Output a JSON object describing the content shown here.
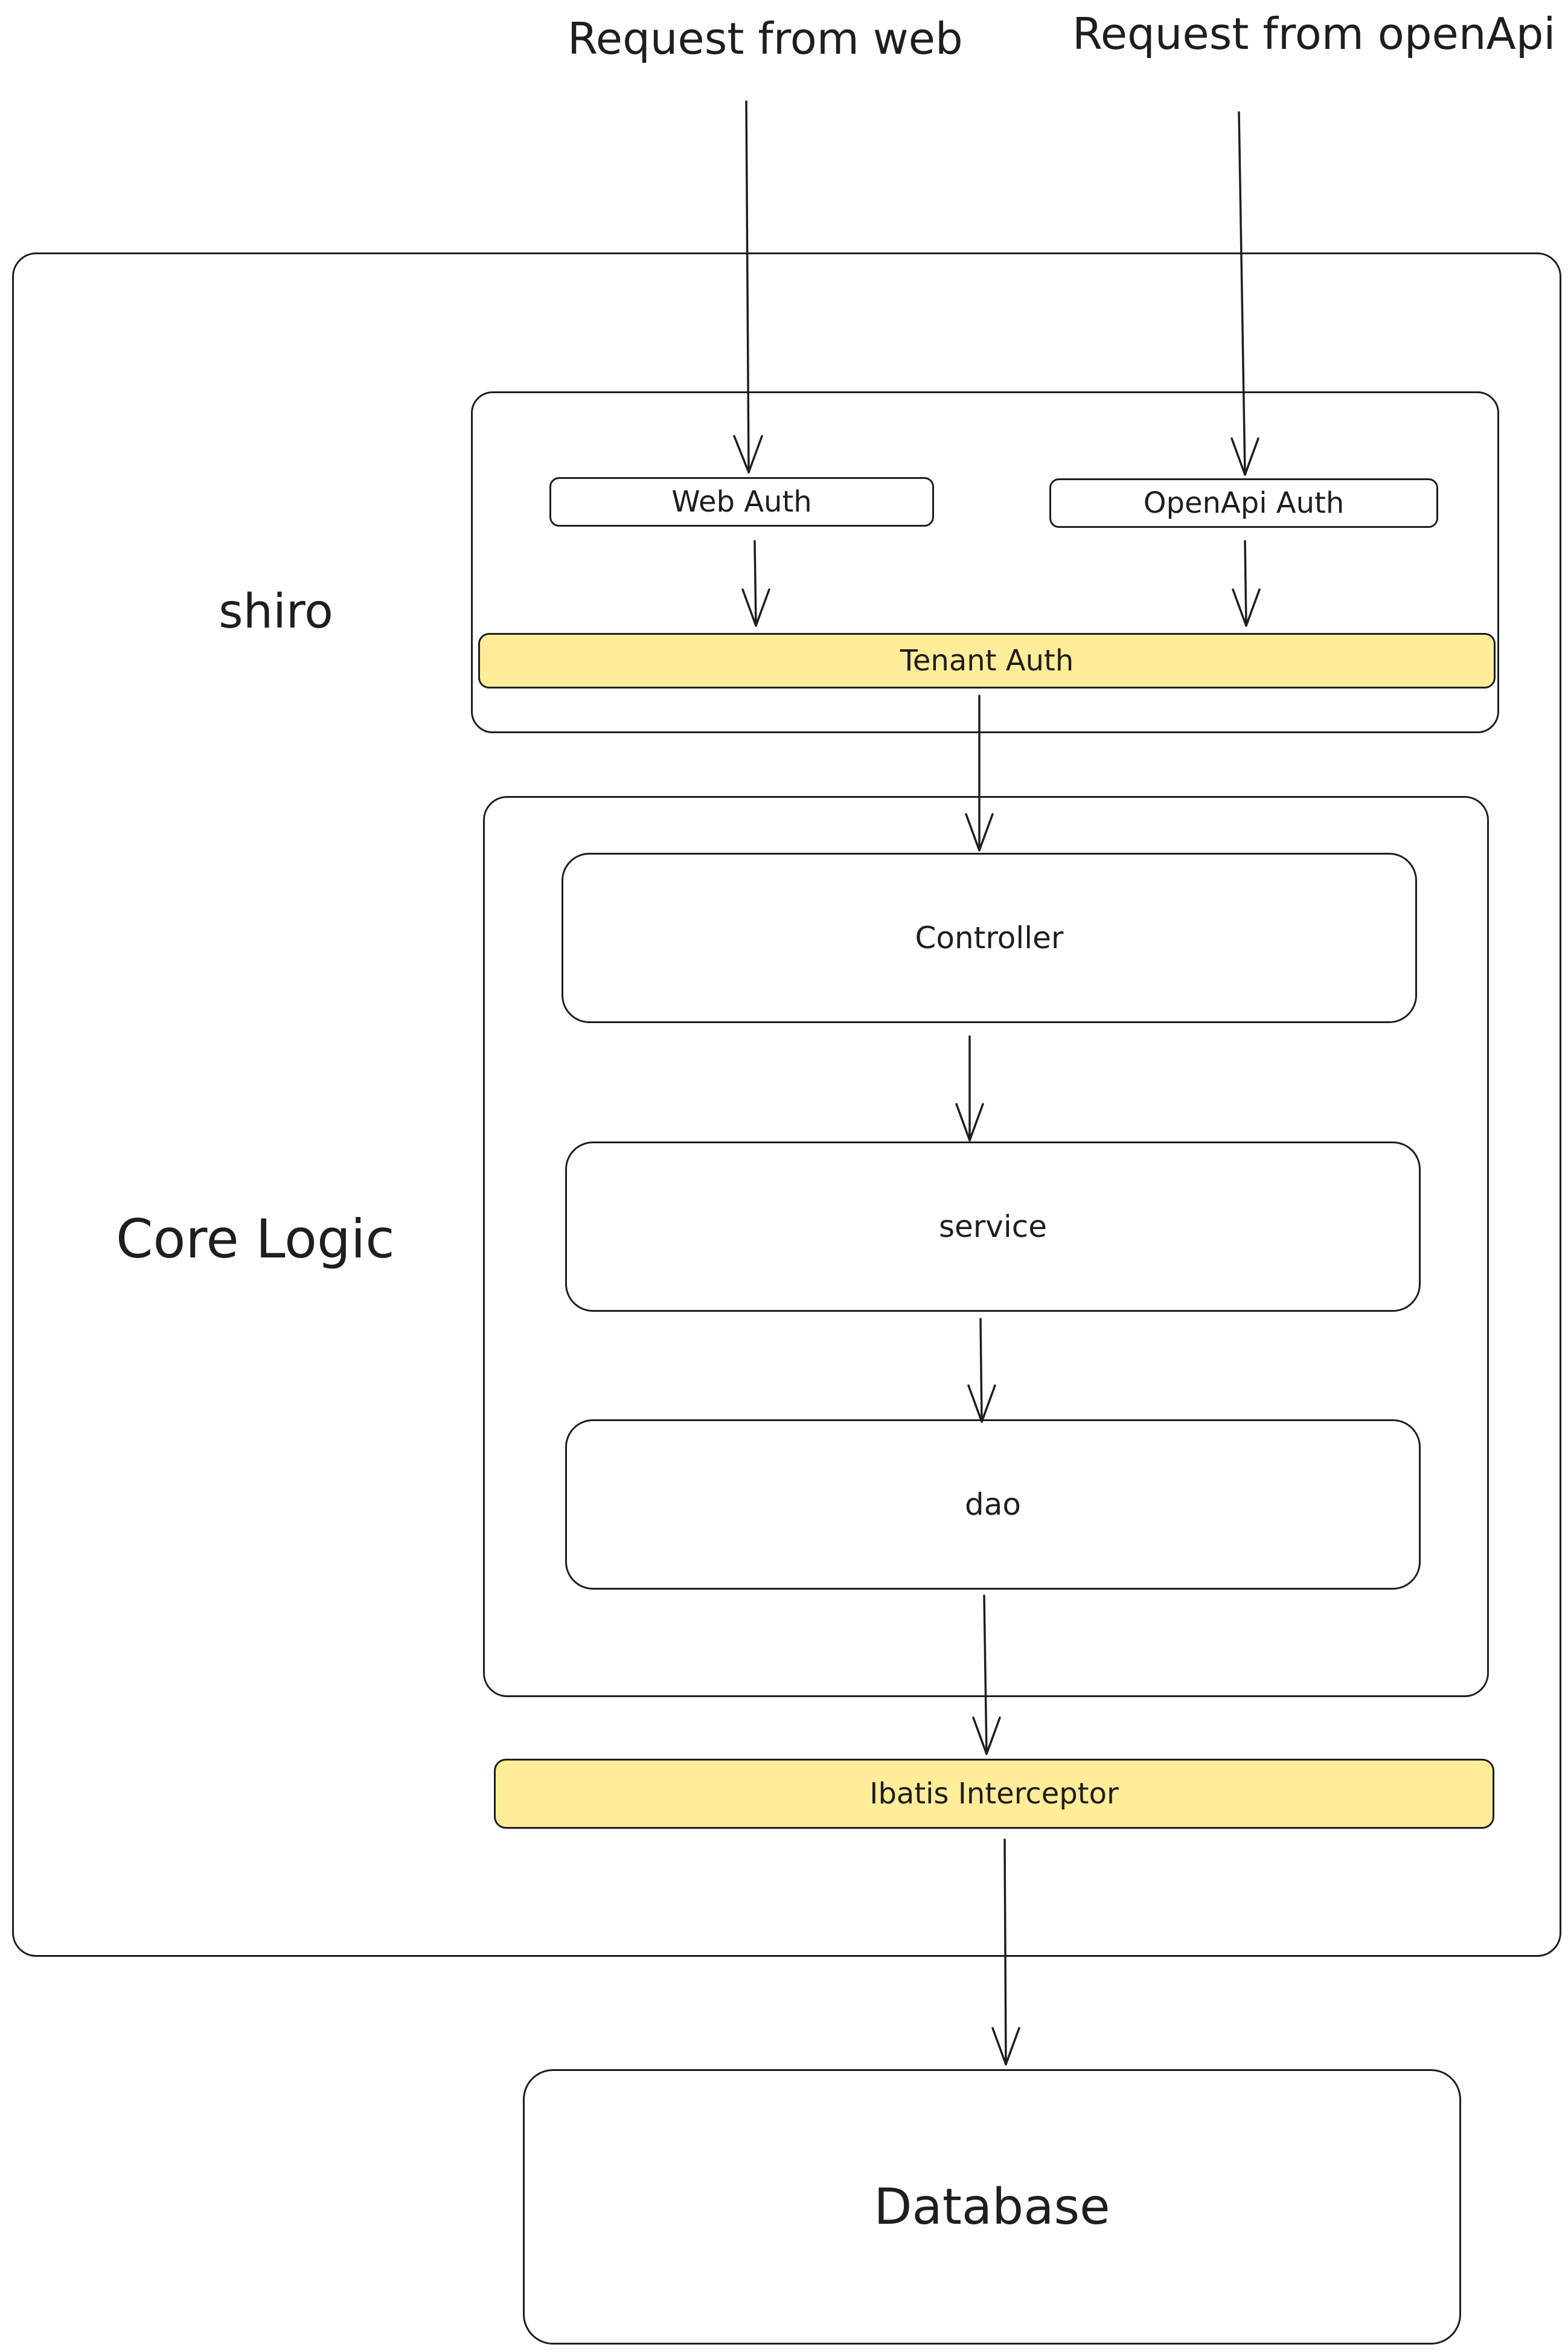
{
  "inputs": {
    "web_request": "Request from web",
    "openapi_request": "Request from openApi"
  },
  "groups": {
    "shiro_label": "shiro",
    "core_label": "Core Logic"
  },
  "nodes": {
    "web_auth": "Web Auth",
    "openapi_auth": "OpenApi Auth",
    "tenant_auth": "Tenant Auth",
    "controller": "Controller",
    "service": "service",
    "dao": "dao",
    "ibatis_interceptor": "Ibatis Interceptor",
    "database": "Database"
  },
  "colors": {
    "stroke": "#1e1e1e",
    "highlight_fill": "#ffec99",
    "background": "#ffffff"
  }
}
